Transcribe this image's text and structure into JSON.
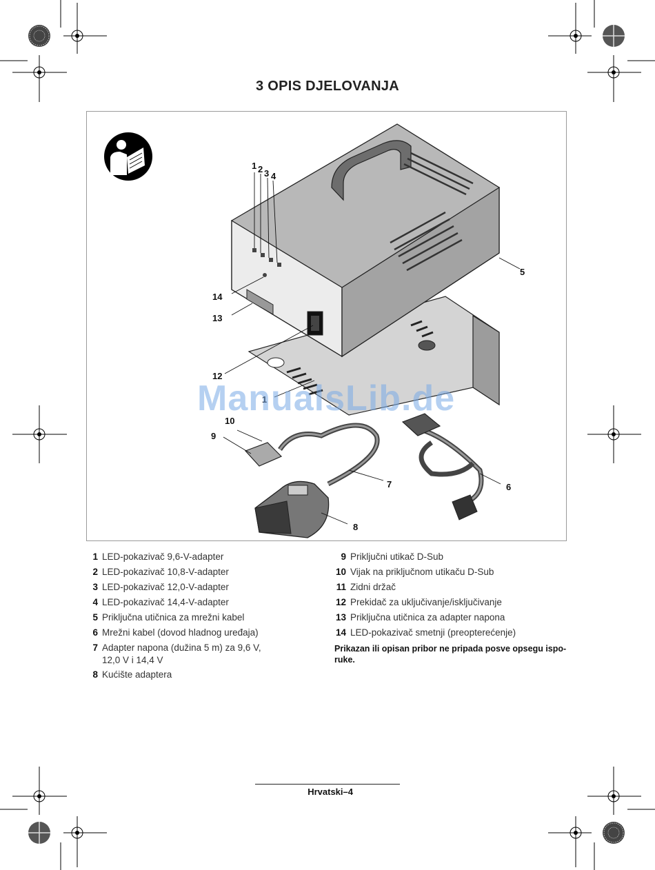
{
  "page": {
    "title": "3  OPIS DJELOVANJA",
    "watermark": "ManualsLib.de",
    "footer": "Hrvatski–4"
  },
  "figure": {
    "icon": "read-manual-icon",
    "callouts": [
      "1",
      "2",
      "3",
      "4",
      "5",
      "14",
      "13",
      "12",
      "1",
      "10",
      "9",
      "7",
      "6",
      "8"
    ]
  },
  "legend_left": [
    {
      "num": "1",
      "text": "LED-pokazivač 9,6-V-adapter"
    },
    {
      "num": "2",
      "text": "LED-pokazivač 10,8-V-adapter"
    },
    {
      "num": "3",
      "text": "LED-pokazivač 12,0-V-adapter"
    },
    {
      "num": "4",
      "text": "LED-pokazivač 14,4-V-adapter"
    },
    {
      "num": "5",
      "text": "Priključna utičnica za mrežni kabel"
    },
    {
      "num": "6",
      "text": "Mrežni kabel (dovod hladnog uređaja)"
    },
    {
      "num": "7",
      "text": "Adapter napona (dužina 5 m) za 9,6 V,",
      "text2": "12,0 V i 14,4 V"
    },
    {
      "num": "8",
      "text": "Kućište adaptera"
    }
  ],
  "legend_right": [
    {
      "num": "9",
      "text": "Priključni utikač D-Sub"
    },
    {
      "num": "10",
      "text": "Vijak na priključnom utikaču D-Sub"
    },
    {
      "num": "11",
      "text": "Zidni držač"
    },
    {
      "num": "12",
      "text": "Prekidač za uključivanje/isključivanje"
    },
    {
      "num": "13",
      "text": "Priključna utičnica za adapter napona"
    },
    {
      "num": "14",
      "text": "LED-pokazivač smetnji (preopterećenje)"
    }
  ],
  "note": "Prikazan ili opisan pribor ne pripada posve opsegu ispo-ruke."
}
